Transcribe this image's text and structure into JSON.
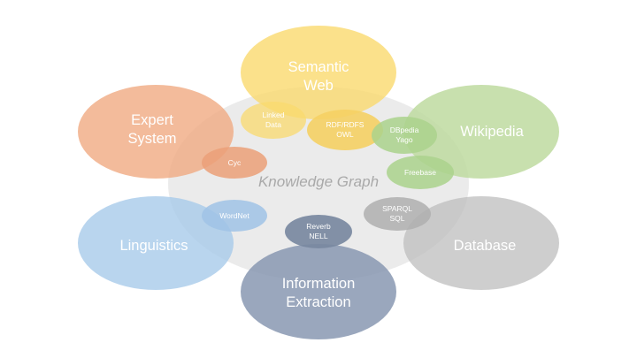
{
  "center": {
    "label": "Knowledge Graph"
  },
  "domains": {
    "semantic_web": "Semantic\nWeb",
    "expert_system": "Expert\nSystem",
    "wikipedia": "Wikipedia",
    "linguistics": "Linguistics",
    "database": "Database",
    "information_extraction": "Information\nExtraction"
  },
  "resources": {
    "linked_data": "Linked\nData",
    "rdf_rdfs_owl": "RDF/RDFS\nOWL",
    "dbpedia_yago": "DBpedia\nYago",
    "freebase": "Freebase",
    "cyc": "Cyc",
    "wordnet": "WordNet",
    "sparql_sql": "SPARQL\nSQL",
    "reverb_nell": "Reverb\nNELL"
  },
  "colors": {
    "semantic_web": "#fada6e",
    "expert_system": "#f0aa82",
    "wikipedia": "#bedaa0",
    "linguistics": "#a8caea",
    "database": "#bebebe",
    "information_extraction": "#8898b2",
    "center": "#dedede"
  }
}
